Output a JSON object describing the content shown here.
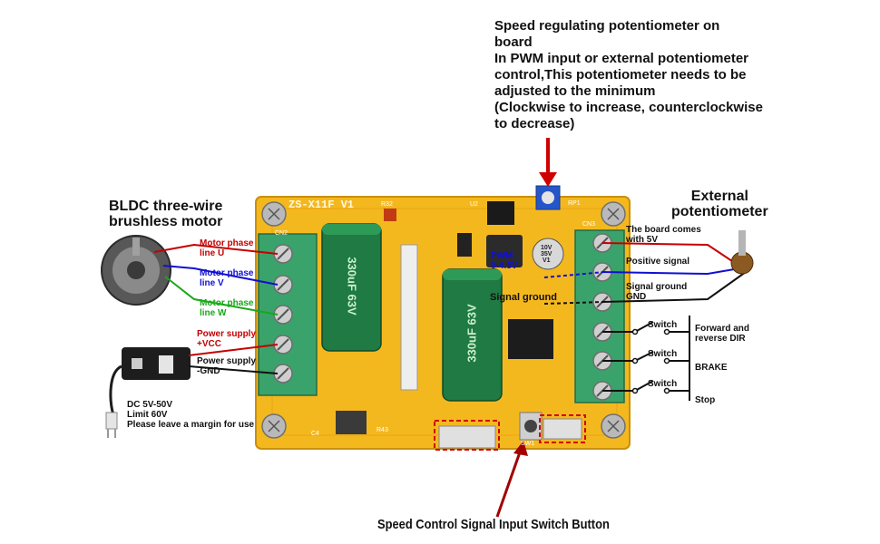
{
  "top_annotation": {
    "lines": [
      "Speed regulating potentiometer on",
      "board",
      "In PWM input or external potentiometer",
      "control,This potentiometer needs to be",
      "adjusted to the minimum",
      "(Clockwise to increase, counterclockwise",
      "to decrease)"
    ]
  },
  "motor": {
    "title_line1": "BLDC three-wire",
    "title_line2": "brushless motor"
  },
  "left_terminals": [
    {
      "label_line1": "Motor phase",
      "label_line2": "line U",
      "color": "#c40000"
    },
    {
      "label_line1": "Motor phase",
      "label_line2": "line V",
      "color": "#1010d0"
    },
    {
      "label_line1": "Motor phase",
      "label_line2": "line W",
      "color": "#1aa81a"
    },
    {
      "label_line1": "Power supply",
      "label_line2": "+VCC",
      "color": "#c40000"
    },
    {
      "label_line1": "Power supply",
      "label_line2": "-GND",
      "color": "#111111"
    }
  ],
  "power": {
    "line1": "DC 5V-50V",
    "line2": "Limit 60V",
    "line3": "Please leave a margin for use"
  },
  "board": {
    "model": "ZS-X11F V1",
    "cap_text": "330uF 63V",
    "pwm_text_line1": "PWM",
    "pwm_text_line2": "0-4.5V",
    "signal_ground": "Signal ground",
    "small_cap_line1": "10V",
    "small_cap_line2": "35V",
    "small_cap_line3": "V1",
    "refs": [
      "R32",
      "U2",
      "RP1",
      "CN3",
      "CN2",
      "C4",
      "R43",
      "SW1"
    ]
  },
  "external_pot": {
    "title_line1": "External",
    "title_line2": "potentiometer"
  },
  "right_terminals": [
    {
      "label_line1": "The board comes",
      "label_line2": "with 5V"
    },
    {
      "label_line1": "Positive signal",
      "label_line2": ""
    },
    {
      "label_line1": "Signal ground",
      "label_line2": "GND"
    }
  ],
  "switches": [
    {
      "switch_label": "Switch",
      "function_line1": "Forward and",
      "function_line2": "reverse DIR"
    },
    {
      "switch_label": "Switch",
      "function_line1": "BRAKE",
      "function_line2": ""
    },
    {
      "switch_label": "Switch",
      "function_line1": "Stop",
      "function_line2": ""
    }
  ],
  "bottom_annotation": "Speed Control Signal Input Switch Button",
  "colors": {
    "board": "#f4b81f",
    "terminal": "#3aa36b",
    "cap": "#1f7a43",
    "arrow": "#d10000",
    "wire_u": "#c40000",
    "wire_v": "#1010d0",
    "wire_w": "#1aa81a"
  }
}
